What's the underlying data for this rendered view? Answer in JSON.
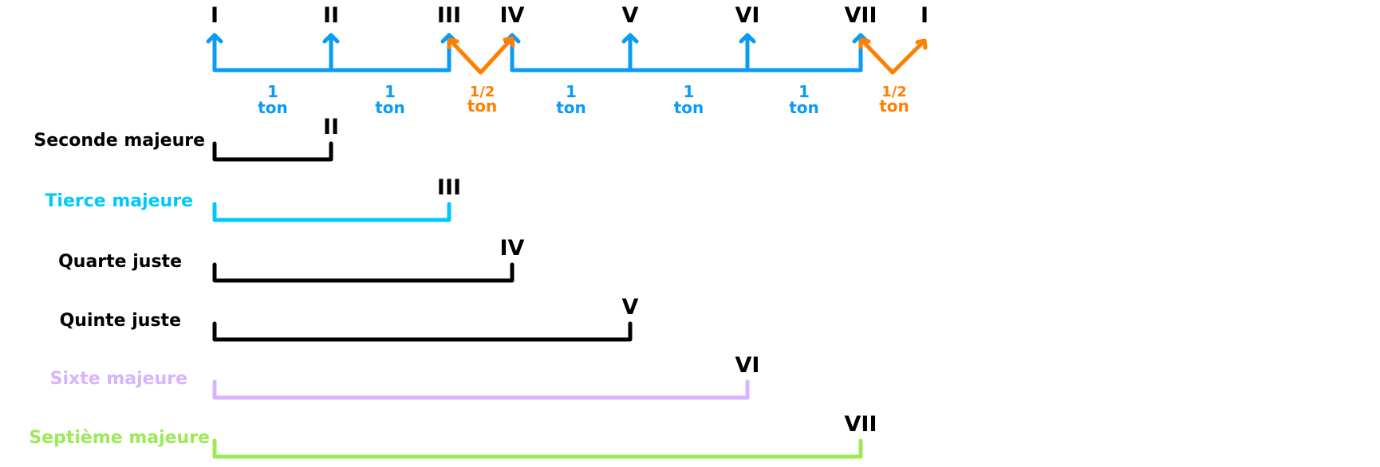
{
  "colors": {
    "tone": "#0A9BF5",
    "semitone": "#FF7F00",
    "black": "#000000",
    "tierce": "#00C8FA",
    "sixte": "#D9B3FF",
    "septieme": "#9BEA56"
  },
  "scale": {
    "degrees": [
      "I",
      "II",
      "III",
      "IV",
      "V",
      "VI",
      "VII",
      "I"
    ],
    "steps": [
      {
        "type": "tone",
        "number": "1",
        "unit": "ton"
      },
      {
        "type": "tone",
        "number": "1",
        "unit": "ton"
      },
      {
        "type": "semitone",
        "number": "1/2",
        "unit": "ton"
      },
      {
        "type": "tone",
        "number": "1",
        "unit": "ton"
      },
      {
        "type": "tone",
        "number": "1",
        "unit": "ton"
      },
      {
        "type": "tone",
        "number": "1",
        "unit": "ton"
      },
      {
        "type": "semitone",
        "number": "1/2",
        "unit": "ton"
      }
    ]
  },
  "intervals": [
    {
      "name": "Seconde majeure",
      "end_degree": "II",
      "end_index": 1,
      "color": "#000000"
    },
    {
      "name": "Tierce majeure",
      "end_degree": "III",
      "end_index": 2,
      "color": "#00C8FA"
    },
    {
      "name": "Quarte juste",
      "end_degree": "IV",
      "end_index": 3,
      "color": "#000000"
    },
    {
      "name": "Quinte juste",
      "end_degree": "V",
      "end_index": 4,
      "color": "#000000"
    },
    {
      "name": "Sixte majeure",
      "end_degree": "VI",
      "end_index": 5,
      "color": "#D9B3FF"
    },
    {
      "name": "Septième majeure",
      "end_degree": "VII",
      "end_index": 6,
      "color": "#9BEA56"
    }
  ]
}
